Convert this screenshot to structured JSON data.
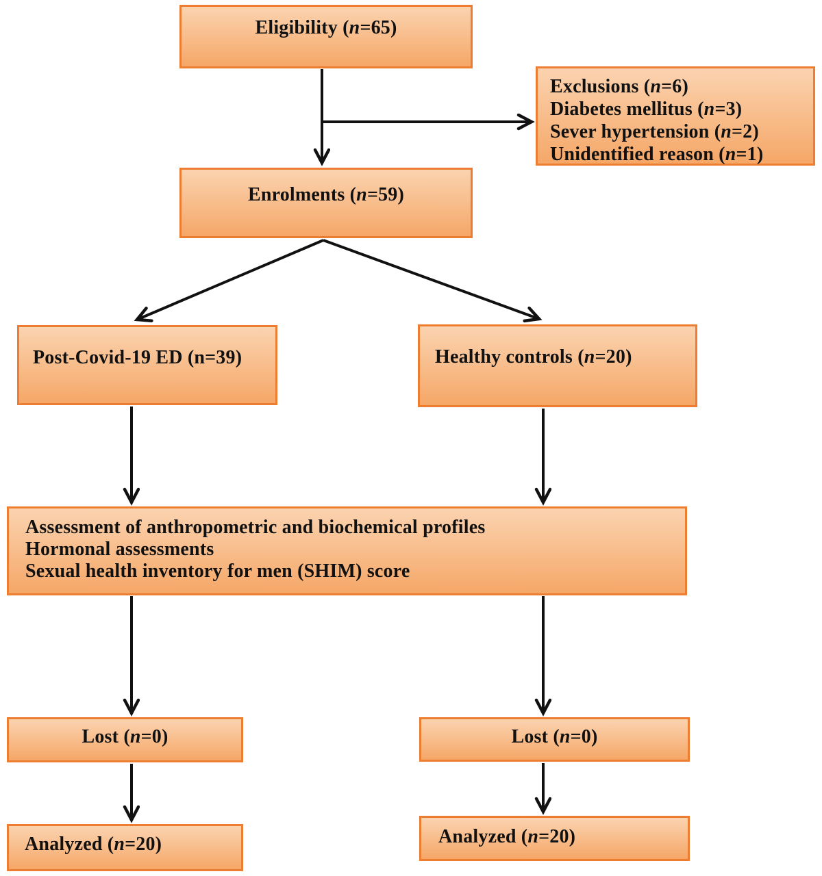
{
  "figure": {
    "description": "Participant flow diagram of a post-Covid-19 erectile dysfunction study"
  },
  "colors": {
    "box_fill_top": "#fbd3b0",
    "box_fill_bottom": "#f5a767",
    "box_border": "#ed7d31",
    "arrow": "#111111",
    "text": "#111111"
  },
  "boxes": {
    "eligibility": {
      "lines": [
        "Eligibility (n=65)"
      ]
    },
    "exclusions": {
      "lines": [
        "Exclusions (n=6)",
        "Diabetes mellitus (n=3)",
        "Sever hypertension (n=2)",
        "Unidentified reason (n=1)"
      ]
    },
    "enrolments": {
      "lines": [
        "Enrolments (n=59)"
      ]
    },
    "post_covid": {
      "lines": [
        "Post-Covid-19 ED (n=39)"
      ]
    },
    "healthy_controls": {
      "lines": [
        "Healthy controls (n=20)"
      ]
    },
    "assessment": {
      "lines": [
        "Assessment of anthropometric and biochemical profiles",
        "Hormonal assessments",
        "Sexual health inventory for men (SHIM) score"
      ]
    },
    "lost_left": {
      "lines": [
        "Lost (n=0)"
      ]
    },
    "lost_right": {
      "lines": [
        "Lost (n=0)"
      ]
    },
    "analyzed_left": {
      "lines": [
        "Analyzed (n=20)"
      ]
    },
    "analyzed_right": {
      "lines": [
        "Analyzed (n=20)"
      ]
    }
  }
}
